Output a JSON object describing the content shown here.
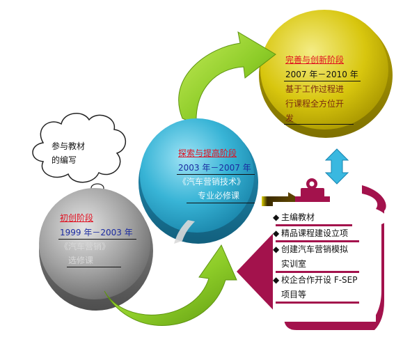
{
  "cloud": {
    "line1": "参与教材",
    "line2": "的编写"
  },
  "stage1": {
    "title": "初创阶段",
    "years": "1999 年－2003 年",
    "line1": "《汽车营销》",
    "line2": "选修课"
  },
  "stage2": {
    "title": "探索与提高阶段",
    "years": "2003 年－2007 年",
    "line1": "《汽车营销技术》",
    "line2": "专业必修课"
  },
  "stage3": {
    "title": "完善与创新阶段",
    "years": "2007 年－2010 年",
    "line1": "基于工作过程进",
    "line2": "行课程全方位开",
    "line3": "发"
  },
  "card": {
    "items": [
      "主编教材",
      "精品课程建设立项",
      "创建汽车营销模拟",
      "实训室",
      "校企合作开设 F-SEP",
      "项目等"
    ]
  },
  "colors": {
    "stage1": "#8a8a8a",
    "stage2": "#2aa9cc",
    "stage3": "#d6c300",
    "arrow_green": "#7fbf20",
    "card_maroon": "#a3124c",
    "double_arrow": "#39b8e0",
    "title_red": "#e01020",
    "years_blue": "#1a2aa0"
  },
  "icons": [
    "bullet-diamond-icon",
    "double-arrow-icon",
    "clipboard-clip-icon"
  ]
}
